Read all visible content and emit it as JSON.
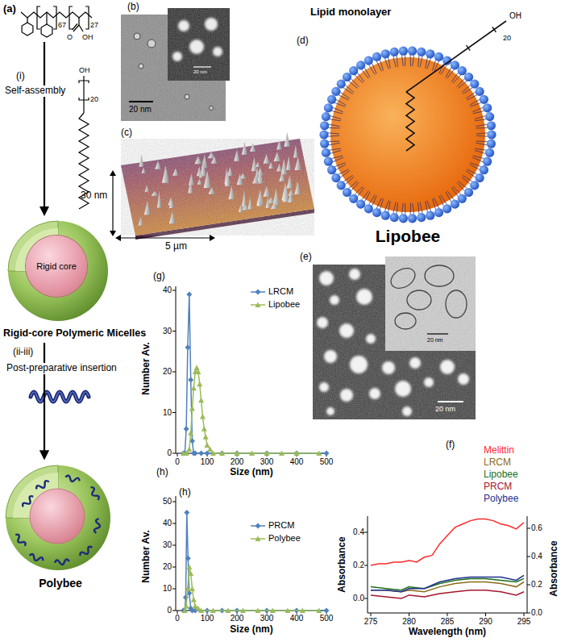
{
  "diagram": {
    "nodes": [
      {
        "text": [
          "Rigid-core Polymeric Micelles"
        ]
      },
      {
        "text": [
          "Rigid core"
        ],
        "in": 0
      },
      {
        "text": [
          "Polybee"
        ]
      },
      {
        "text": [
          "Lipobee"
        ]
      }
    ],
    "edges": [
      {
        "from": 0,
        "to": 2,
        "arrow": "to"
      }
    ],
    "labels": [
      "(a)",
      "67",
      "27",
      "O",
      "OH",
      "(i)",
      "Self-assembly",
      "OH",
      "20",
      "(ii-iii)",
      "Post-preparative insertion",
      "(b)",
      "20 nm",
      "20 nm",
      "(c)",
      "30 nm",
      "5 µm",
      "Lipid monolayer",
      "(d)",
      "OH",
      "20",
      "(e)",
      "20 nm",
      "20 nm",
      "(g)",
      "Number Av.",
      "0",
      "10",
      "20",
      "30",
      "40",
      "0",
      "100",
      "200",
      "300",
      "400",
      "500",
      "Size (nm)",
      "(h)",
      "(h)",
      "Number Av.",
      "0",
      "10",
      "20",
      "30",
      "40",
      "50",
      "0",
      "100",
      "200",
      "300",
      "400",
      "500",
      "Size (nm)",
      "(f)",
      "Absorbance",
      "0.0",
      "0.2",
      "0.4",
      "Absorbance",
      "0.0",
      "0.2",
      "0.4",
      "0.6",
      "275",
      "280",
      "285",
      "290",
      "295",
      "Wavelength (nm)"
    ],
    "legend": [
      {
        "text": "LRCM"
      },
      {
        "text": "Lipobee"
      },
      {
        "text": "PRCM"
      },
      {
        "text": "Polybee"
      },
      {
        "text": "Melittin",
        "color": "#ff2a2a"
      },
      {
        "text": "LRCM",
        "color": "#8b6a1a"
      },
      {
        "text": "Lipobee",
        "color": "#1b6e1b"
      },
      {
        "text": "PRCM",
        "color": "#a3172f"
      },
      {
        "text": "Polybee",
        "color": "#1f2f8f"
      }
    ]
  }
}
